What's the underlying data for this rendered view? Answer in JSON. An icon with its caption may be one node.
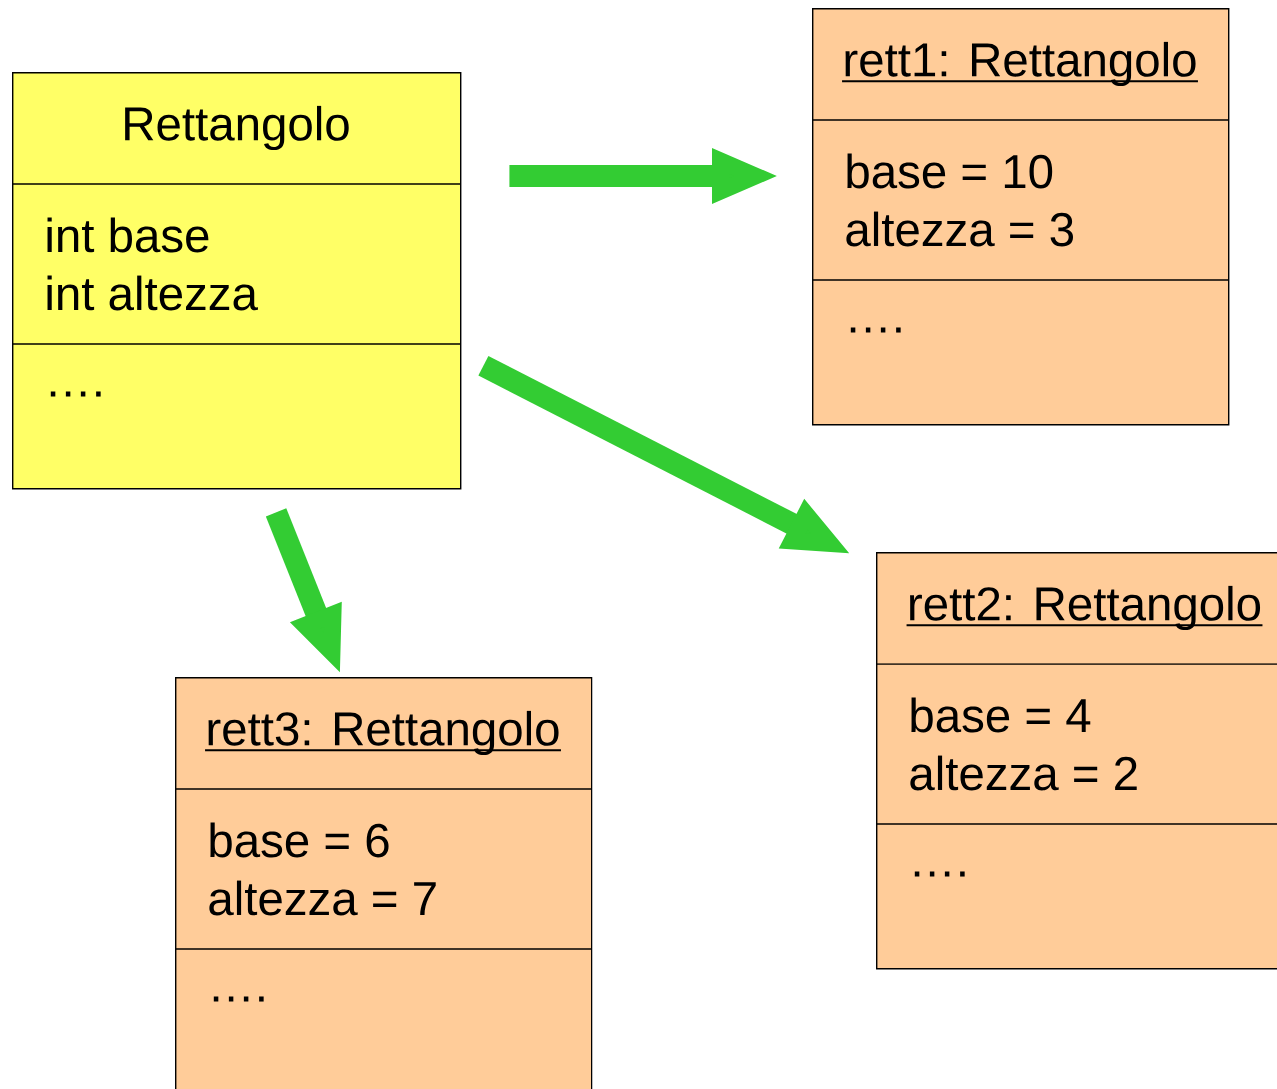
{
  "diagram": {
    "nodes": [
      {
        "text": [
          "Rettangolo",
          "int base",
          "int altezza",
          "…."
        ]
      },
      {
        "text": [
          "rett1: Rettangolo",
          "base = 10",
          "altezza = 3",
          "…."
        ]
      },
      {
        "text": [
          "rett2: Rettangolo",
          "base = 4",
          "altezza = 2",
          "…."
        ]
      },
      {
        "text": [
          "rett3: Rettangolo",
          "base = 6",
          "altezza = 7",
          "…."
        ]
      }
    ],
    "edges": [
      {
        "from": 0,
        "to": 1,
        "arrow": "to"
      },
      {
        "from": 0,
        "to": 2,
        "arrow": "to"
      },
      {
        "from": 0,
        "to": 3,
        "arrow": "to"
      }
    ]
  }
}
